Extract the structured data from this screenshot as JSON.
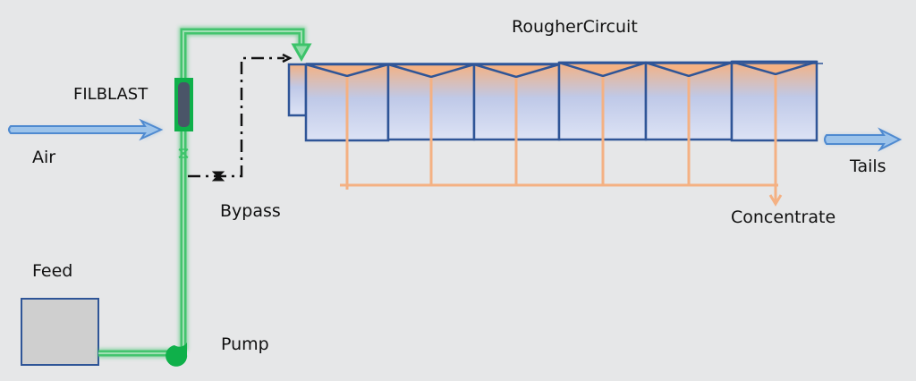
{
  "labels": {
    "title": "RougherCircuit",
    "filblast": "FILBLAST",
    "air": "Air",
    "bypass": "Bypass",
    "feed": "Feed",
    "pump": "Pump",
    "tails": "Tails",
    "concentrate": "Concentrate"
  },
  "colors": {
    "background": "#e6e7e8",
    "pipe_green": "#3cc36a",
    "pipe_green_dark": "#0fb04a",
    "cell_outline": "#2f5597",
    "froth_orange": "#f4b183",
    "air_blue": "#6fa8dc",
    "concentrate_line": "#f4b183",
    "feed_tank": "#cfcfcf"
  },
  "rougher_cells": {
    "count": 6
  }
}
